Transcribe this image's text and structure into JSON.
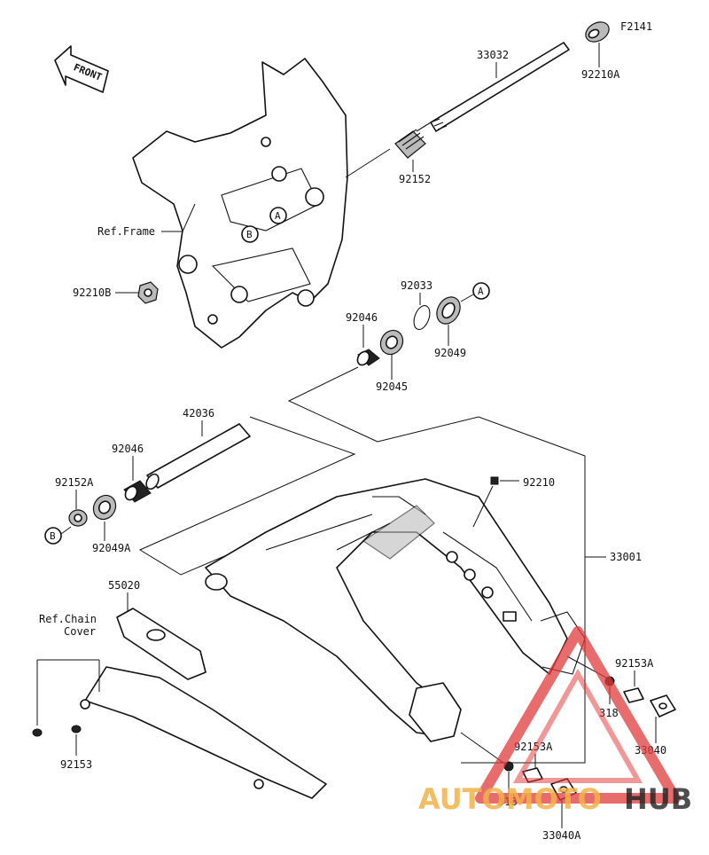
{
  "figure_code": "F2141",
  "front_label": "FRONT",
  "ref_frame": "Ref.Frame",
  "ref_chain_cover_line1": "Ref.Chain",
  "ref_chain_cover_line2": "Cover",
  "callout_a": "A",
  "callout_b": "B",
  "parts": {
    "p33032": "33032",
    "p92210A": "92210A",
    "p92152": "92152",
    "p92210B": "92210B",
    "p92033": "92033",
    "p92046_top": "92046",
    "p92049": "92049",
    "p92045": "92045",
    "p42036": "42036",
    "p92046_mid": "92046",
    "p92152A": "92152A",
    "p92049A": "92049A",
    "p92210": "92210",
    "p33001": "33001",
    "p55020": "55020",
    "p92153A_r": "92153A",
    "p318_r": "318",
    "p33040": "33040",
    "p92153A_b": "92153A",
    "p318_b": "318",
    "p33040A": "33040A",
    "p92153": "92153"
  },
  "watermark": {
    "part1": "AUTOMOTO",
    "part2": "HUB",
    "accent_color": "#e23b3b",
    "text_color": "#f2b24a"
  }
}
